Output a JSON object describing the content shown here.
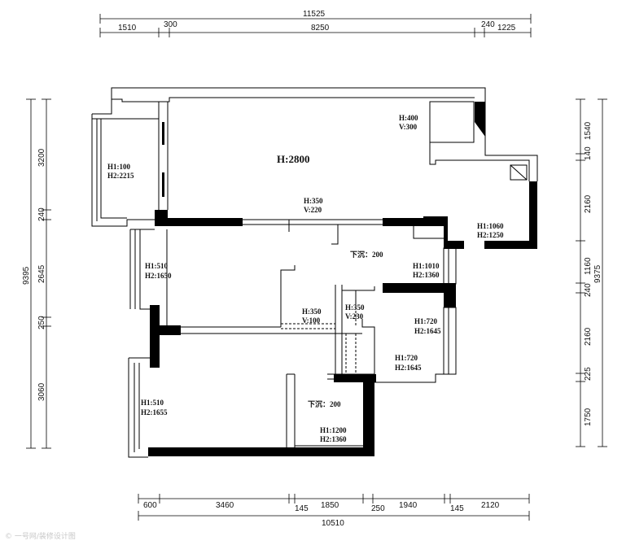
{
  "dimensions": {
    "top_total": "11525",
    "top_segments": [
      "1510",
      "300",
      "8250",
      "240",
      "1225"
    ],
    "left_total": "9395",
    "left_segments": [
      "3200",
      "240",
      "2645",
      "250",
      "3060"
    ],
    "right_total": "9375",
    "right_segments": [
      "1540",
      "140",
      "2160",
      "1160",
      "240",
      "2160",
      "225",
      "1750"
    ],
    "bottom_total": "10510",
    "bottom_segments": [
      "600",
      "3460",
      "145",
      "1850",
      "250",
      "1940",
      "145",
      "2120"
    ]
  },
  "rooms": {
    "ceiling_height": "H:2800",
    "kitchen_top": {
      "h": "H:400",
      "v": "V:300"
    },
    "balcony_window": {
      "h1": "H1:100",
      "h2": "H2:2215"
    },
    "opening_main": {
      "h": "H:350",
      "v": "V:220"
    },
    "window_right_upper": {
      "h1": "H1:1060",
      "h2": "H2:1250"
    },
    "drop_upper": "下沉：200",
    "window_bath_upper": {
      "h1": "H1:1010",
      "h2": "H2:1360"
    },
    "window_left_mid": {
      "h1": "H1:510",
      "h2": "H2:1650"
    },
    "opening_hall": {
      "h": "H:350",
      "v": "V:100"
    },
    "opening_bath": {
      "h": "H:350",
      "v": "V:230"
    },
    "window_right_mid": {
      "h1": "H1:720",
      "h2": "H2:1645"
    },
    "window_right_lower": {
      "h1": "H1:720",
      "h2": "H2:1645"
    },
    "window_left_lower": {
      "h1": "H1:510",
      "h2": "H2:1655"
    },
    "drop_lower": "下沉：200",
    "window_bottom": {
      "h1": "H1:1200",
      "h2": "H2:1360"
    }
  },
  "watermark": "© 一号网/装修设计图"
}
